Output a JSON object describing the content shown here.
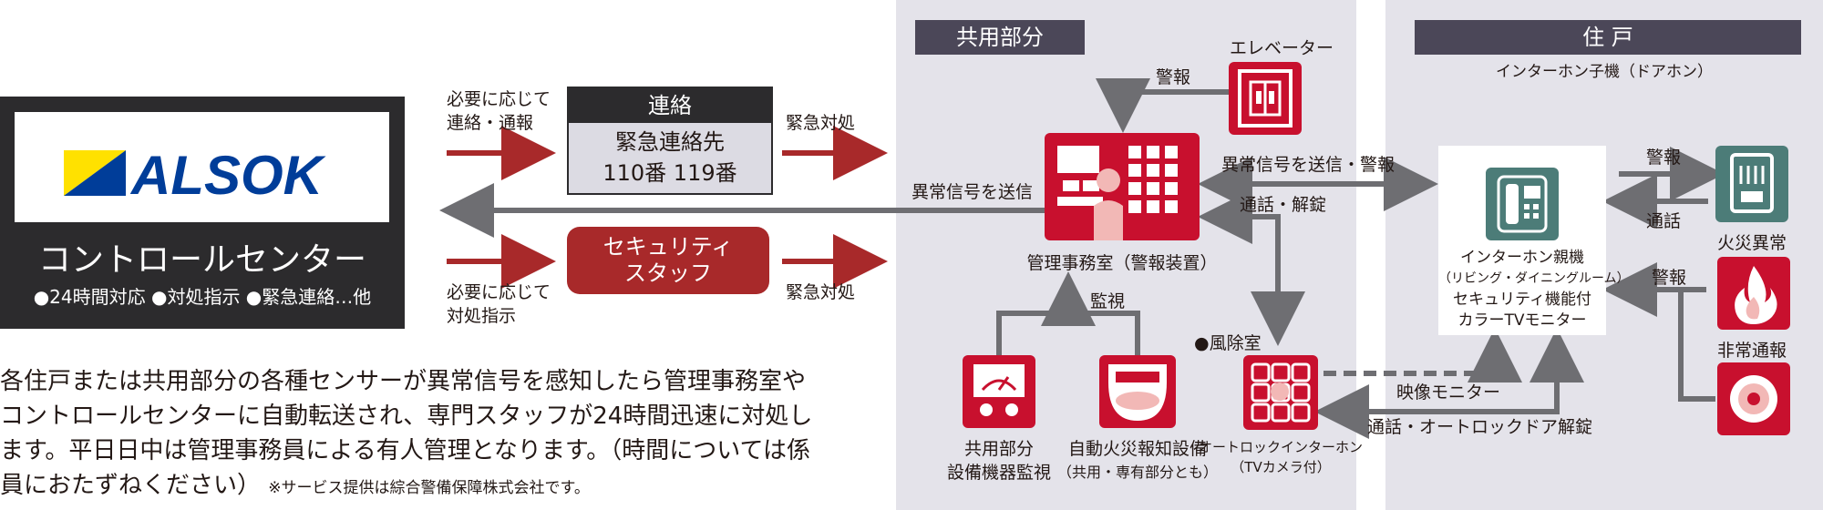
{
  "alsok": {
    "logo_text": "ALSOK",
    "title": "コントロールセンター",
    "services": "●24時間対応 ●対処指示 ●緊急連絡…他"
  },
  "left_flow": {
    "top_label": [
      "必要に応じて",
      "連絡・通報"
    ],
    "bottom_label": [
      "必要に応じて",
      "対処指示"
    ],
    "emergency_top": "緊急対処",
    "emergency_bottom": "緊急対処",
    "signal_back": "異常信号を送信"
  },
  "contact": {
    "header": "連絡",
    "line1": "緊急連絡先",
    "line2": "110番 119番"
  },
  "staff": {
    "line1": "セキュリティ",
    "line2": "スタッフ"
  },
  "description": {
    "text": "各住戸または共用部分の各種センサーが異常信号を感知したら管理事務室やコントロールセンターに自動転送され、専門スタッフが24時間迅速に対処します。平日日中は管理事務員による有人管理となります。（時間については係員におたずねください）",
    "lines": [
      "各住戸または共用部分の各種センサーが異常信号を感知したら管理事務室や",
      "コントロールセンターに自動転送され、専門スタッフが24時間迅速に対処し",
      "ます。平日日中は管理事務員による有人管理となります。（時間については係",
      "員におたずねください）"
    ],
    "note": "※サービス提供は綜合警備保障株式会社です。"
  },
  "shared": {
    "header": "共用部分",
    "elevator": "エレベーター",
    "alarm_from_elevator": "警報",
    "office": "管理事務室（警報装置）",
    "monitor": "監視",
    "wind_room": "●風除室",
    "equipment": [
      "共用部分",
      "設備機器監視"
    ],
    "fire_alarm": [
      "自動火災報知設備",
      "（共用・専有部分とも）"
    ],
    "autolock": [
      "オートロックインターホン",
      "（TVカメラ付）"
    ],
    "call_unlock": "通話・解錠",
    "signal_alarm": "異常信号を送信・警報"
  },
  "home": {
    "header": "住 戸",
    "door_phone": "インターホン子機（ドアホン）",
    "parent_unit": [
      "インターホン親機",
      "（リビング・ダイニングルーム）",
      "セキュリティ機能付",
      "カラーTVモニター"
    ],
    "alarm1": "警報",
    "talk": "通話",
    "fire": "火災異常",
    "alarm2": "警報",
    "emergency_call": "非常通報",
    "video_monitor": "映像モニター",
    "autolock_unlock": "通話・オートロックドア解錠"
  },
  "colors": {
    "dark": "#2c2b2d",
    "red": "#c8102e",
    "dark_red": "#a8292a",
    "teal": "#4c7c78",
    "panel": "#e4e3ea",
    "arrow_gray": "#6e6e72"
  }
}
